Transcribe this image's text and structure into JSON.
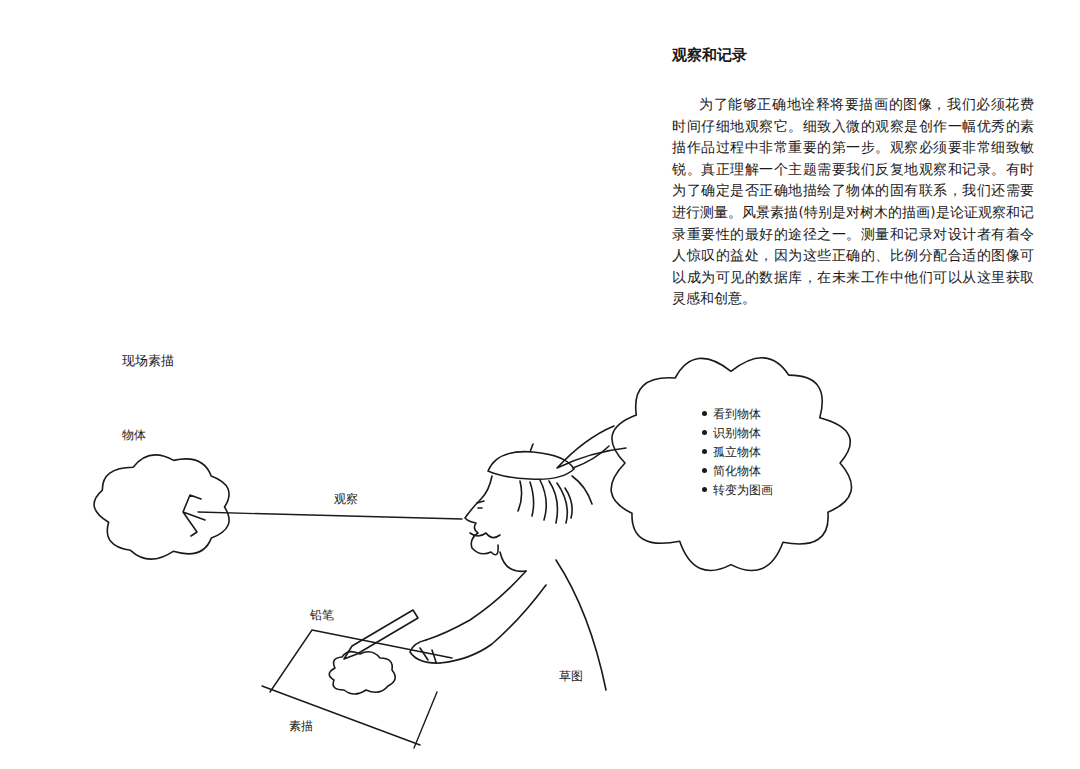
{
  "diagram": {
    "title": "观察和记录",
    "nodes": [
      {
        "text": [
          "物体"
        ]
      },
      {
        "text": [
          "看到物体",
          "识别物体",
          "孤立物体",
          "简化物体",
          "转变为图画"
        ]
      }
    ],
    "labels": [
      "为了能够正确地诠释将要描画的图像，我们必须花费时间仔细地观察它。细致入微的观察是创作一幅优秀的素描作品过程中非常重要的第一步。观察必须要非常细致敏锐。真正理解一个主题需要我们反复地观察和记录。有时为了确定是否正确地描绘了物体的固有联系，我们还需要进行测量。风景素描(特别是对树木的描画)是论证观察和记录重要性的最好的途径之一。测量和记录对设计者有着令人惊叹的益处，因为这些正确的、比例分配合适的图像可以成为可见的数据库，在未来工作中他们可以从这里获取灵感和创意。",
      "现场素描",
      "观察",
      "铅笔",
      "草图",
      "素描"
    ]
  }
}
